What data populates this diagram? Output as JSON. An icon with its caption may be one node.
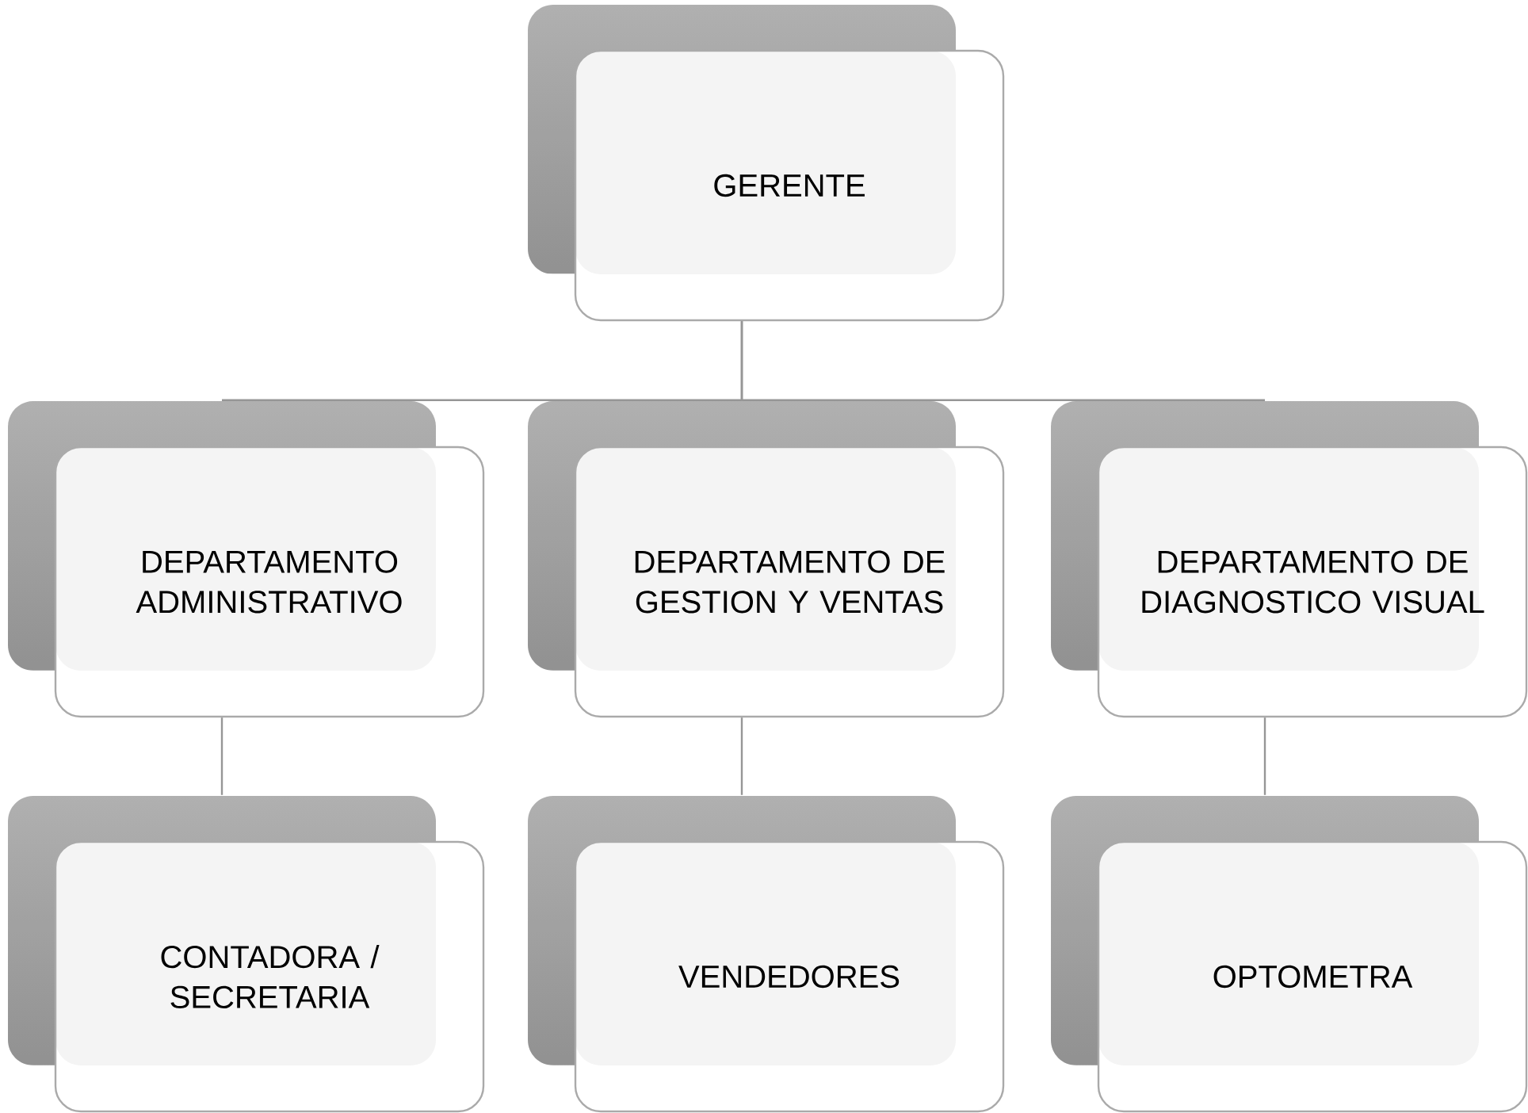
{
  "diagram": {
    "nodes": [
      {
        "text": [
          "GERENTE"
        ]
      },
      {
        "text": [
          "DEPARTAMENTO ADMINISTRATIVO"
        ]
      },
      {
        "text": [
          "DEPARTAMENTO DE GESTION Y VENTAS"
        ]
      },
      {
        "text": [
          "DEPARTAMENTO DE DIAGNOSTICO VISUAL"
        ]
      },
      {
        "text": [
          "CONTADORA / SECRETARIA"
        ]
      },
      {
        "text": [
          "VENDEDORES"
        ]
      },
      {
        "text": [
          "OPTOMETRA"
        ]
      }
    ],
    "edges": [
      {
        "from": 0,
        "to": 1,
        "arrow": "none"
      },
      {
        "from": 0,
        "to": 2,
        "arrow": "none"
      },
      {
        "from": 0,
        "to": 3,
        "arrow": "none"
      },
      {
        "from": 1,
        "to": 4,
        "arrow": "none"
      },
      {
        "from": 2,
        "to": 5,
        "arrow": "none"
      },
      {
        "from": 3,
        "to": 6,
        "arrow": "none"
      }
    ]
  }
}
